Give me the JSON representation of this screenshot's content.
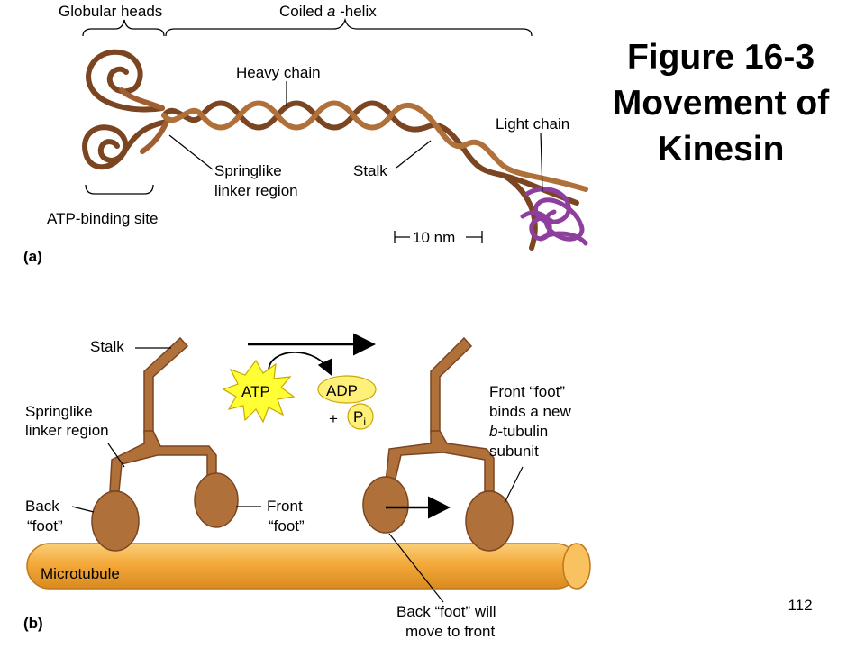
{
  "slide": {
    "title_lines": [
      "Figure 16-3",
      "Movement of",
      "Kinesin"
    ],
    "page_number": "112"
  },
  "panel_a": {
    "panel_label": "(a)",
    "globular_heads": "Globular heads",
    "coiled_prefix": "Coiled ",
    "coiled_greek": "a",
    "coiled_suffix": " -helix",
    "heavy_chain": "Heavy chain",
    "light_chain": "Light chain",
    "springlike_line1": "Springlike",
    "springlike_line2": "linker region",
    "stalk": "Stalk",
    "atp_binding_site": "ATP-binding site",
    "scale_bar": "10 nm"
  },
  "panel_b": {
    "panel_label": "(b)",
    "stalk": "Stalk",
    "springlike_line1": "Springlike",
    "springlike_line2": "linker region",
    "back_foot_line1": "Back",
    "back_foot_line2": "“foot”",
    "front_foot_line1": "Front",
    "front_foot_line2": "“foot”",
    "atp": "ATP",
    "adp": "ADP",
    "plus": "+",
    "pi_main": "P",
    "pi_sub": "i",
    "front_binds_line1": "Front “foot”",
    "front_binds_line2": "binds a new",
    "front_binds_line3_greek": "b",
    "front_binds_line3_rest": "-tubulin",
    "front_binds_line4": "subunit",
    "microtubule": "Microtubule",
    "back_move_line1": "Back “foot” will",
    "back_move_line2": "move to front"
  },
  "colors": {
    "kinesin_brown": "#b0703a",
    "kinesin_dark": "#7a4520",
    "light_chain_purple": "#8e3f9e",
    "microtubule_orange": "#f4a93a",
    "atp_yellow": "#ffff33",
    "adp_yellow": "#fff07a"
  }
}
